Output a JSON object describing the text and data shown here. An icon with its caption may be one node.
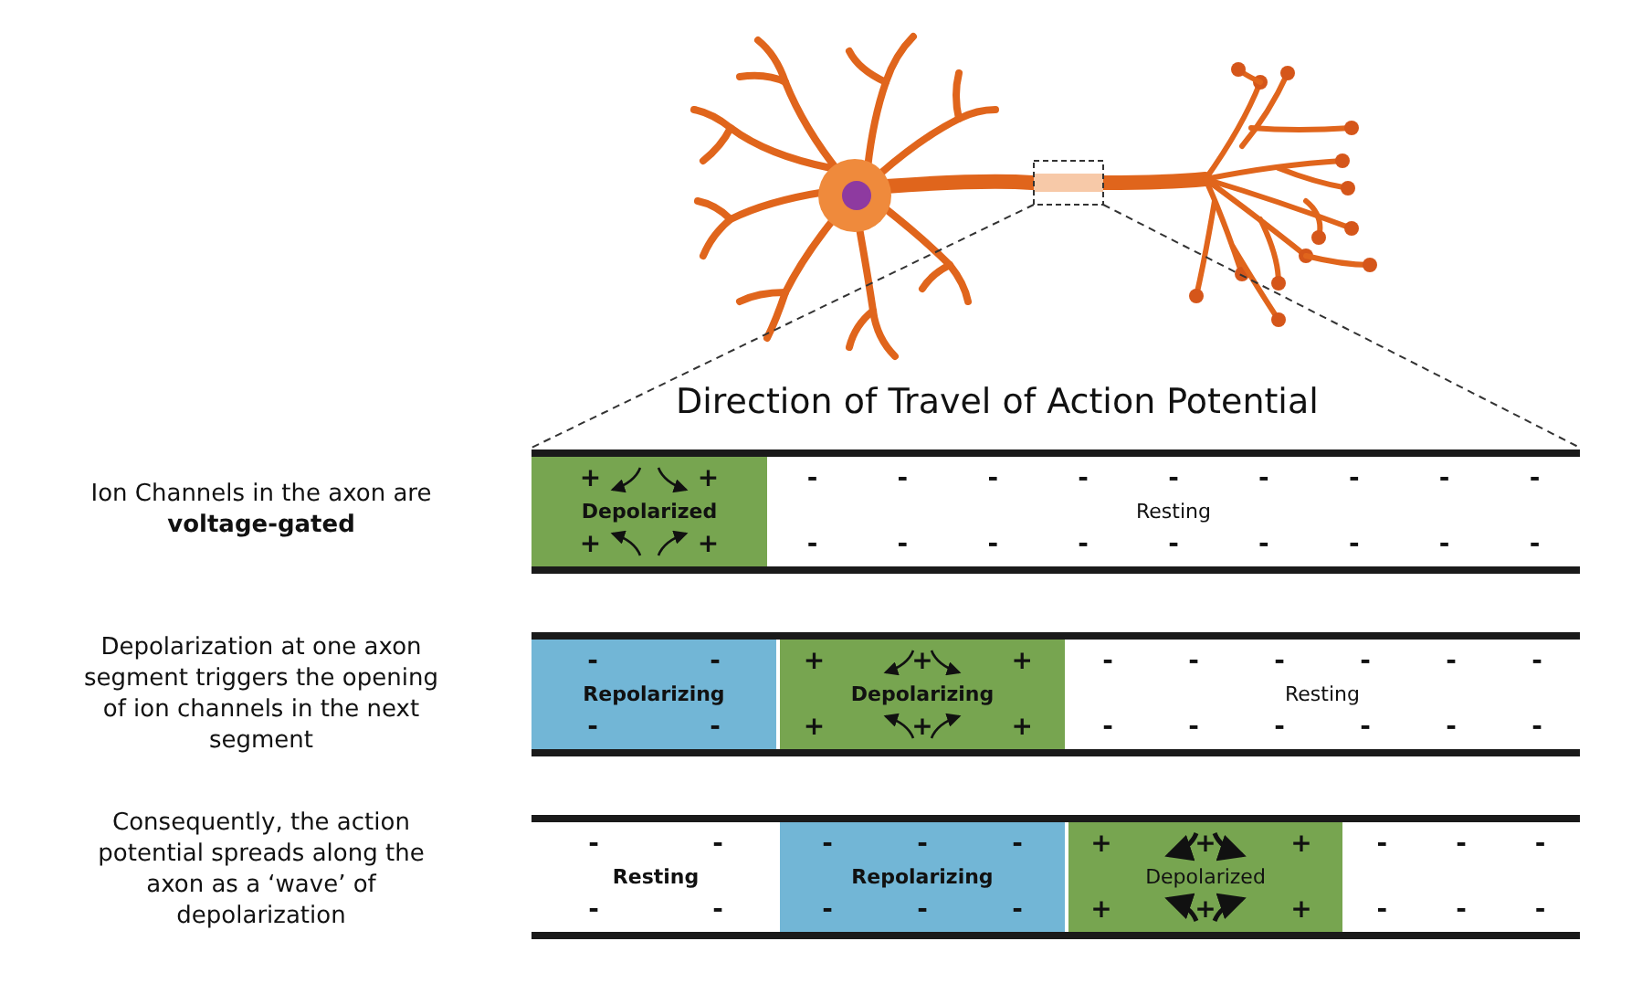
{
  "diagram": {
    "title": "Direction of Travel of Action Potential",
    "nodes": [
      {
        "text": [
          "+",
          "+",
          "Depolarized",
          "+",
          "+"
        ]
      },
      {
        "text": [
          "-",
          "-",
          "-",
          "-",
          "-",
          "-",
          "-",
          "-",
          "-",
          "Resting",
          "-",
          "-",
          "-",
          "-",
          "-",
          "-",
          "-",
          "-",
          "-"
        ]
      },
      {
        "text": [
          "-",
          "-",
          "Repolarizing",
          "-",
          "-"
        ]
      },
      {
        "text": [
          "+",
          "+",
          "+",
          "Depolarizing",
          "+",
          "+",
          "+"
        ]
      },
      {
        "text": [
          "-",
          "-",
          "-",
          "-",
          "-",
          "-",
          "Resting",
          "-",
          "-",
          "-",
          "-",
          "-",
          "-"
        ]
      },
      {
        "text": [
          "-",
          "-",
          "Resting",
          "-",
          "-"
        ]
      },
      {
        "text": [
          "-",
          "-",
          "-",
          "Repolarizing",
          "-",
          "-",
          "-"
        ]
      },
      {
        "text": [
          "+",
          "+",
          "+",
          "Depolarized",
          "+",
          "+",
          "+"
        ]
      },
      {
        "text": [
          "-",
          "-",
          "-",
          "-",
          "-",
          "-"
        ]
      }
    ],
    "labels": [
      "Ion Channels in the axon are **voltage-gated**",
      "Depolarization at one axon segment triggers the opening of ion channels in the next segment",
      "Consequently, the action potential spreads along the axon as a ‘wave’ of depolarization"
    ]
  }
}
